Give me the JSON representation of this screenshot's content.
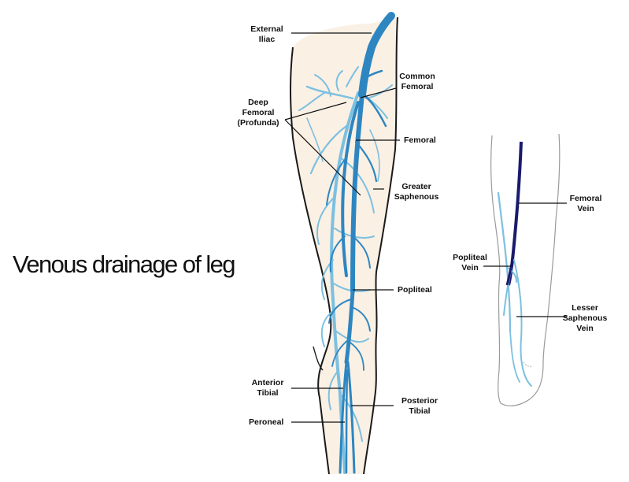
{
  "title": "Venous drainage of leg",
  "colors": {
    "skin": "#fbf0e4",
    "deep_vein": "#2e86c1",
    "superficial_vein": "#7cc0e0",
    "femoral_vein_dark": "#1a1a6e",
    "outline": "#1a1a1a"
  },
  "labels": {
    "external_iliac": [
      "External",
      "Iliac"
    ],
    "common_femoral": [
      "Common",
      "Femoral"
    ],
    "deep_femoral": [
      "Deep",
      "Femoral",
      "(Profunda)"
    ],
    "femoral": "Femoral",
    "greater_saphenous": [
      "Greater",
      "Saphenous"
    ],
    "popliteal": "Popliteal",
    "anterior_tibial": [
      "Anterior",
      "Tibial"
    ],
    "posterior_tibial": [
      "Posterior",
      "Tibial"
    ],
    "peroneal": "Peroneal",
    "femoral_vein": [
      "Femoral",
      "Vein"
    ],
    "popliteal_vein": [
      "Popliteal",
      "Vein"
    ],
    "lesser_saphenous_vein": [
      "Lesser",
      "Saphenous",
      "Vein"
    ]
  }
}
